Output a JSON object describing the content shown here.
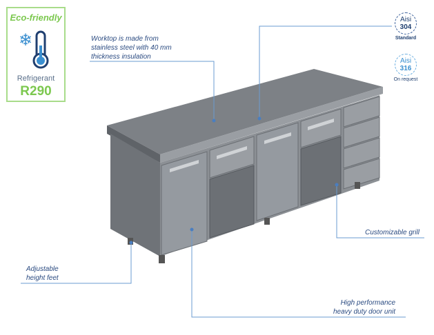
{
  "badge": {
    "title": "Eco-friendly",
    "label": "Refrigerant",
    "value": "R290",
    "icon": "snowflake-thermometer-icon"
  },
  "callouts": {
    "worktop": [
      "Worktop is made from",
      "stainless steel with 40 mm",
      "thickness insulation"
    ],
    "grill": "Customizable grill",
    "feet": [
      "Adjustable",
      "height feet"
    ],
    "door": [
      "High performance",
      "heavy duty door unit"
    ]
  },
  "aisi304": {
    "label": "Aisi",
    "grade": "304",
    "caption": "Standard"
  },
  "aisi316": {
    "label": "Aisi",
    "grade": "316",
    "caption": "On request"
  },
  "colors": {
    "green": "#7cc84f",
    "blue": "#2a4a80",
    "line": "#6a9bd0"
  }
}
